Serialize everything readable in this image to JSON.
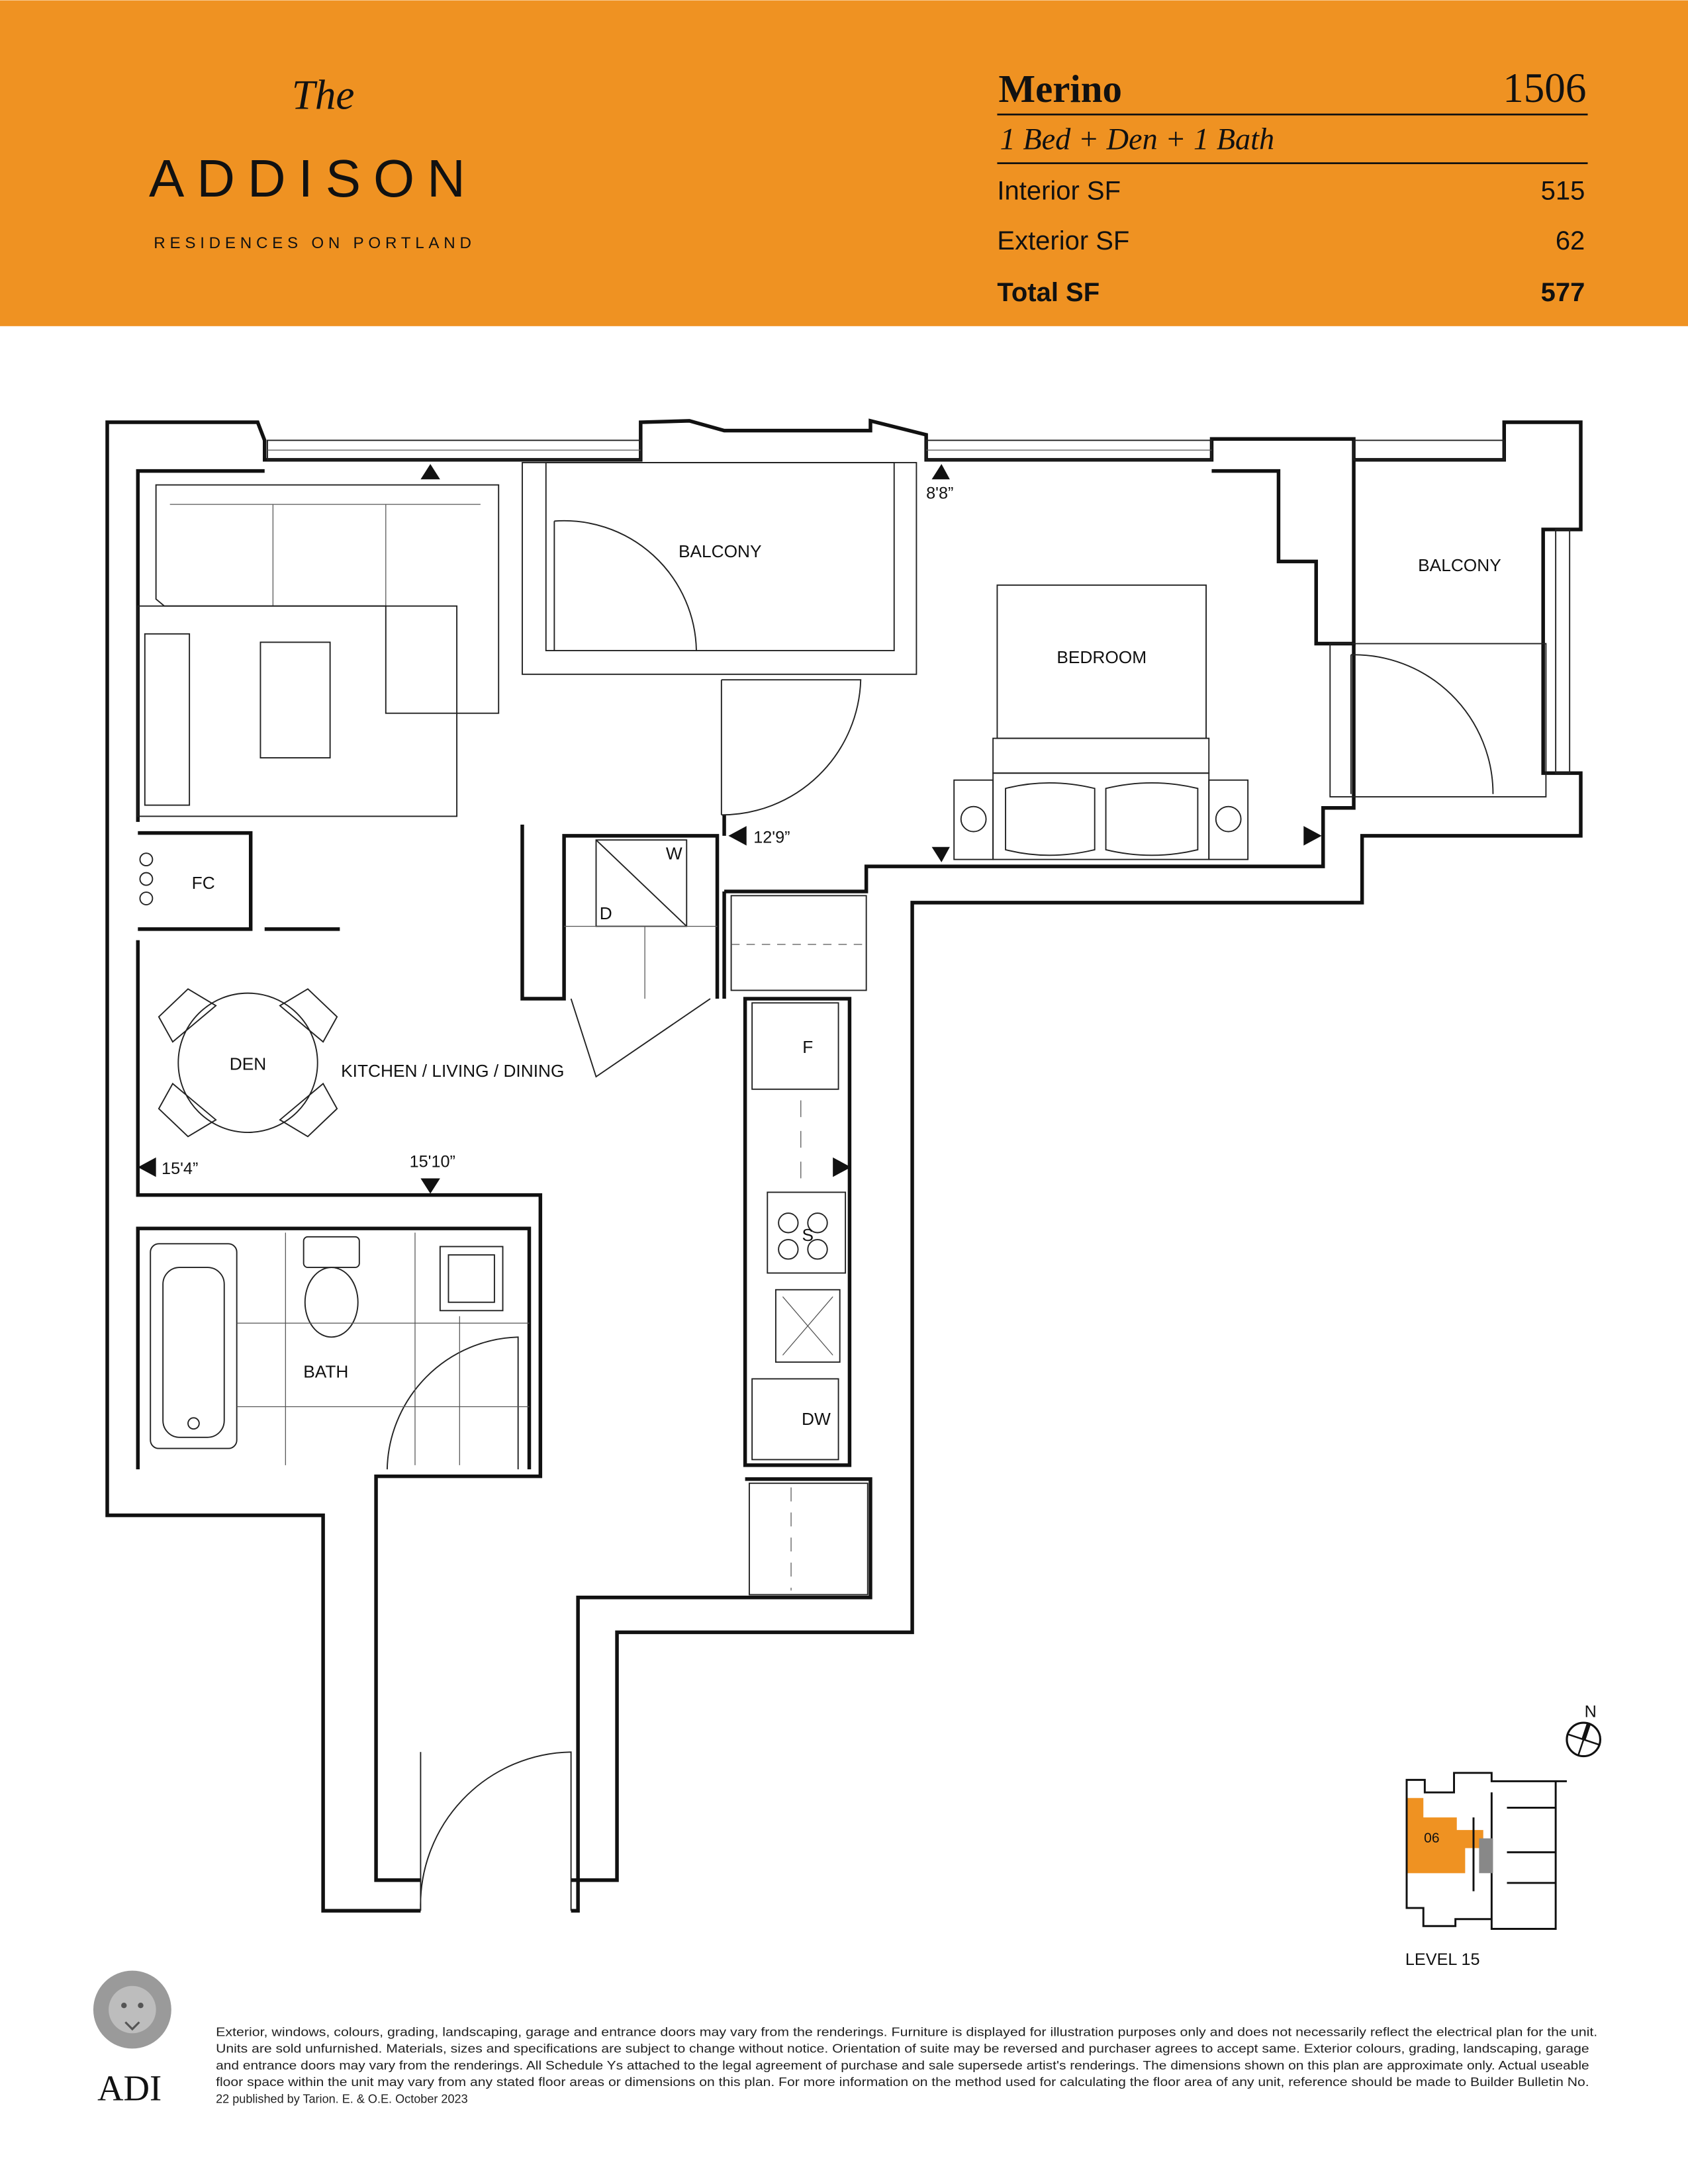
{
  "brand": {
    "script": "The",
    "name": "ADDISON",
    "tagline": "RESIDENCES ON PORTLAND",
    "accent_color": "#EF9222"
  },
  "unit": {
    "model": "Merino",
    "number": "1506",
    "type": "1 Bed  + Den + 1 Bath",
    "rows": [
      {
        "label": "Interior SF",
        "value": "515"
      },
      {
        "label": "Exterior SF",
        "value": "62"
      },
      {
        "label": "Total SF",
        "value": "577"
      }
    ]
  },
  "plan": {
    "rooms": {
      "balcony_left": "BALCONY",
      "balcony_right": "BALCONY",
      "bedroom": "BEDROOM",
      "den": "DEN",
      "kitchen": "KITCHEN / LIVING / DINING",
      "bath": "BATH",
      "fc": "FC"
    },
    "appliances": {
      "washer": "W",
      "dryer": "D",
      "fridge": "F",
      "stove": "S",
      "dishwasher": "DW"
    },
    "dimensions": {
      "d1": "8'8”",
      "d2": "12'9”",
      "d3": "15'4”",
      "d4": "15'10”"
    }
  },
  "keyplan": {
    "north": "N",
    "unit": "06",
    "level": "LEVEL 15",
    "highlight_color": "#EF9222"
  },
  "footer": {
    "logo": "ADI",
    "disclaimer": [
      "Exterior, windows, colours, grading, landscaping, garage and entrance doors may vary from the renderings. Furniture is displayed for illustration purposes only and does not necessarily reflect the electrical plan for the unit.",
      "Units are sold unfurnished. Materials, sizes and specifications are subject to change without notice. Orientation of suite may be reversed and purchaser agrees to accept same. Exterior colours, grading, landscaping, garage",
      "and entrance doors may vary from the renderings. All Schedule Ys attached to the legal agreement of purchase and sale supersede artist's renderings. The dimensions shown on this plan are approximate only. Actual useable",
      "floor space within the unit may vary from any stated floor areas or dimensions on this plan. For more information on the method used for calculating the floor area of any unit, reference should be made to Builder Bulletin No.",
      "22 published by Tarion. E. & O.E. October 2023"
    ]
  }
}
